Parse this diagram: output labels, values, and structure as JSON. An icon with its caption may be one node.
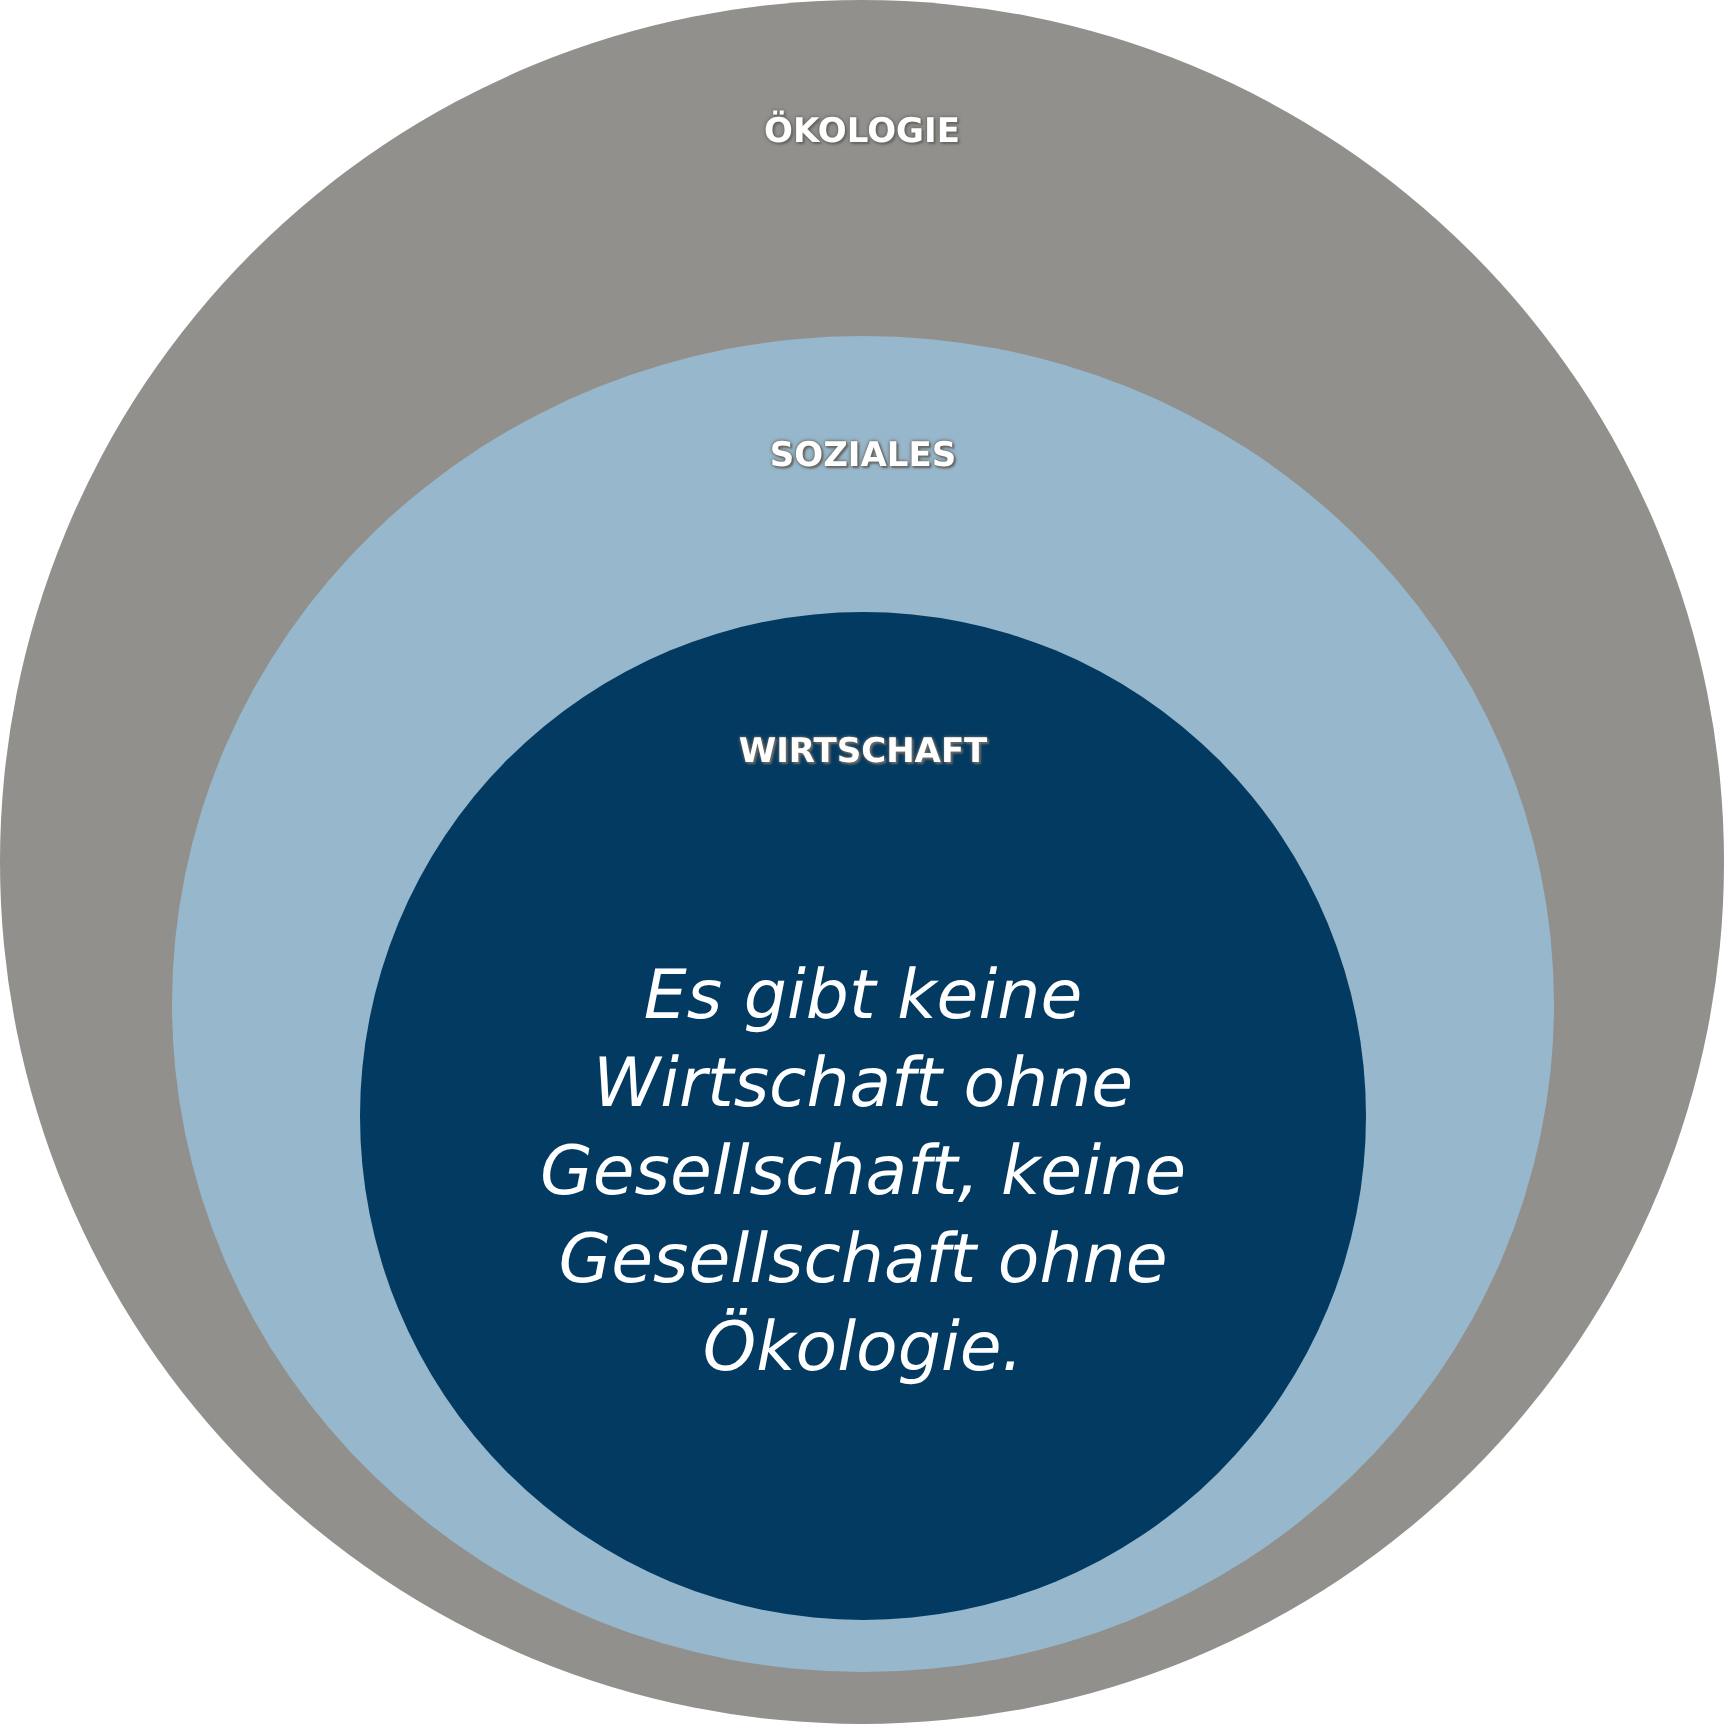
{
  "diagram": {
    "nodes": [
      {
        "text": [
          "ÖKOLOGIE"
        ]
      },
      {
        "text": [
          "SOZIALES"
        ],
        "in": 0
      },
      {
        "text": [
          "WIRTSCHAFT",
          "Es gibt keine Wirtschaft ohne Gesellschaft, keine Gesellschaft ohne Ökologie."
        ],
        "in": 1
      }
    ]
  }
}
